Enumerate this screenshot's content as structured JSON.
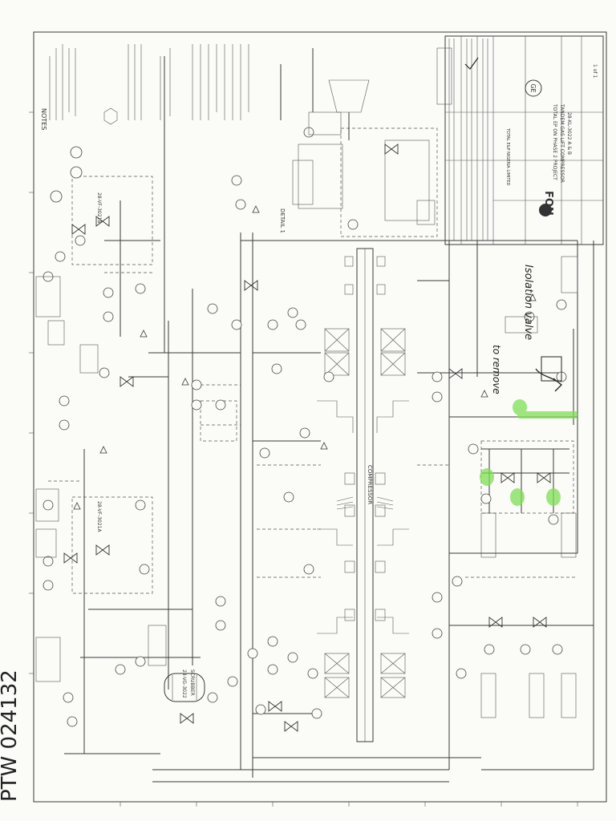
{
  "title_block": {
    "company": "FON",
    "project": "TOTAL EP ON PHASE 2 PROJECT",
    "equipment": "TANDEM GAS LIFT COMPRESSOR",
    "tag": "28-KL-3022 A & B",
    "sheet": "1 of 1",
    "logo_text": "GE",
    "company_full": "TOTAL E&P NIGERIA LIMITED"
  },
  "labels": {
    "notes_title": "NOTES",
    "compressor_label": "COMPRESSOR",
    "scrubber_label": "SCRUBBER",
    "scrubber_tag": "28-VG-3022",
    "detail_label": "DETAIL 1",
    "vessel_tag_top": "28-VF-3021B",
    "vessel_tag_mid": "28-VF-3021A"
  },
  "handwriting": {
    "ptw": "PTW 024132",
    "isolation_valve": "Isolation valve",
    "to_remove": "to remove"
  },
  "colors": {
    "highlight": "#7ee055",
    "ink": "#222222",
    "paper": "#fbfbf8"
  }
}
